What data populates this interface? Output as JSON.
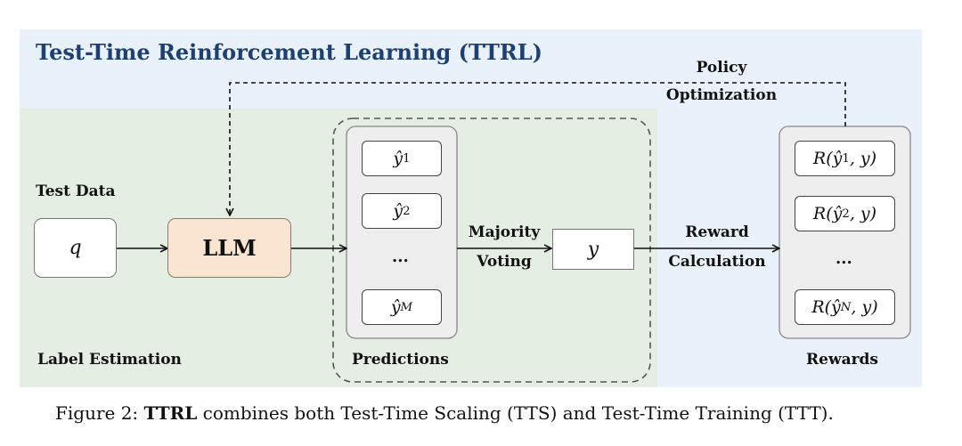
{
  "title": "Test-Time Reinforcement Learning (TTRL)",
  "labels": {
    "test_data": "Test Data",
    "label_estimation": "Label Estimation",
    "predictions": "Predictions",
    "rewards": "Rewards",
    "policy_line1": "Policy",
    "policy_line2": "Optimization",
    "majority_line1": "Majority",
    "majority_line2": "Voting",
    "reward_line1": "Reward",
    "reward_line2": "Calculation"
  },
  "nodes": {
    "query": "q",
    "llm": "LLM",
    "label": "y"
  },
  "predictions": [
    {
      "sym": "ŷ",
      "sub": "1"
    },
    {
      "sym": "ŷ",
      "sub": "2"
    },
    {
      "sym": "ŷ",
      "sub": "M"
    }
  ],
  "rewards": [
    {
      "pre": "R(",
      "sym": "ŷ",
      "sub": "1",
      "post": ", y)"
    },
    {
      "pre": "R(",
      "sym": "ŷ",
      "sub": "2",
      "post": ", y)"
    },
    {
      "pre": "R(",
      "sym": "ŷ",
      "sub": "N",
      "post": ", y)"
    }
  ],
  "ellipsis": "...",
  "caption": {
    "prefix": "Figure 2: ",
    "bold": "TTRL",
    "rest": " combines both Test-Time Scaling (TTS) and Test-Time Training (TTT)."
  },
  "colors": {
    "title": "#1e3f72",
    "bg_outer": "#e9f1fa",
    "bg_inner": "#e4eee2",
    "llm_fill": "#fae5d3"
  }
}
